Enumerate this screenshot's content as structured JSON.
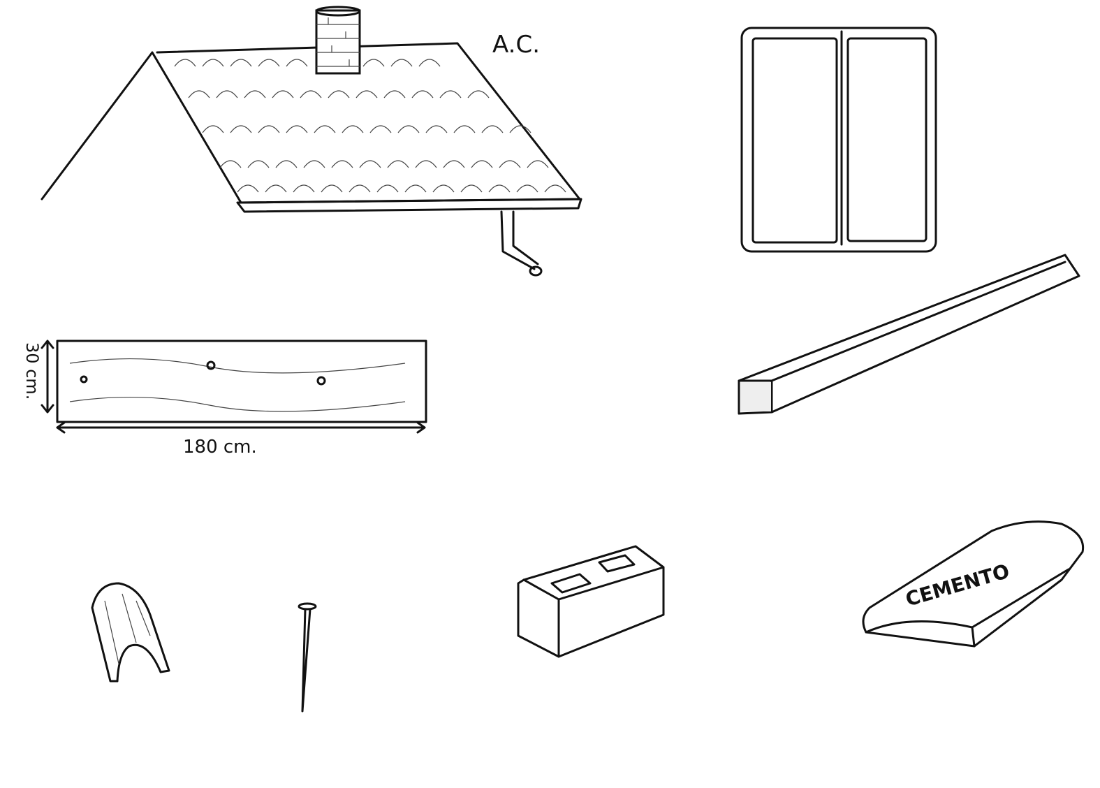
{
  "signature": "A.C.",
  "plank": {
    "height_label": "30 cm.",
    "width_label": "180 cm."
  },
  "cement_bag": {
    "label": "CEMENTO"
  },
  "colors": {
    "ink": "#111111",
    "paper": "#ffffff"
  }
}
